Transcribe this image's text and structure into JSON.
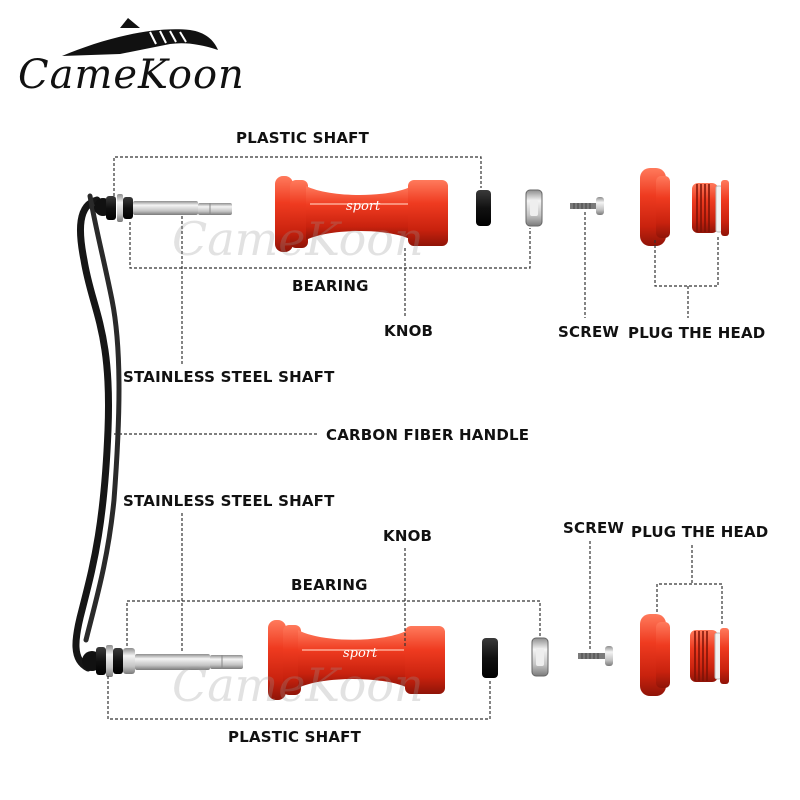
{
  "brand": {
    "name": "CameKoon",
    "watermark": "CameKoon"
  },
  "colors": {
    "anodized_red": "#e8341c",
    "dark_red": "#9e1a0c",
    "carbon": "#1c1c1c",
    "steel": "#d2d2d2",
    "leader_line": "#333333"
  },
  "knob_engraving": "sport",
  "top_assembly": {
    "plastic_shaft": "PLASTIC SHAFT",
    "bearing": "BEARING",
    "knob": "KNOB",
    "screw": "SCREW",
    "plug_the_head": "PLUG THE HEAD",
    "stainless_steel_shaft": "STAINLESS STEEL SHAFT"
  },
  "handle": {
    "carbon_fiber_handle": "CARBON FIBER HANDLE"
  },
  "bottom_assembly": {
    "stainless_steel_shaft": "STAINLESS STEEL SHAFT",
    "knob": "KNOB",
    "screw": "SCREW",
    "plug_the_head": "PLUG THE HEAD",
    "bearing": "BEARING",
    "plastic_shaft": "PLASTIC SHAFT"
  }
}
